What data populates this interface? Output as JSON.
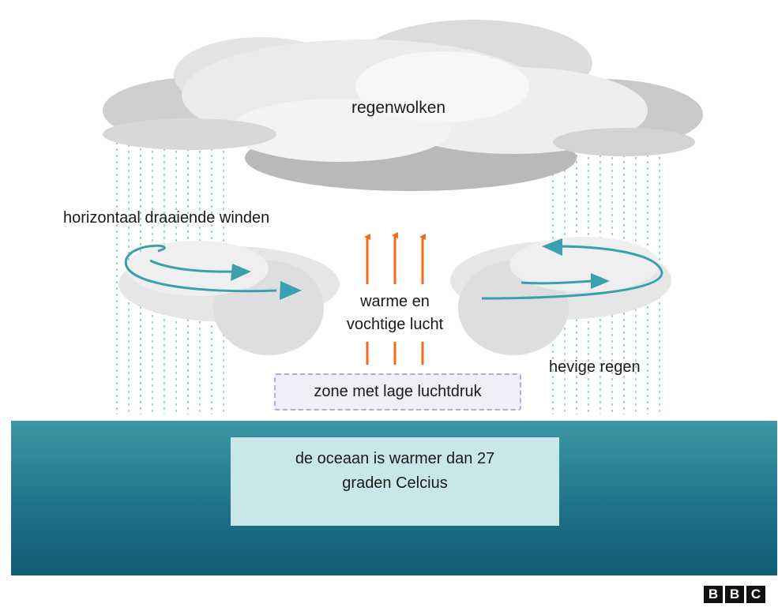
{
  "labels": {
    "clouds": "regenwolken",
    "winds": "horizontaal draaiende winden",
    "air_line1": "warme en",
    "air_line2": "vochtige lucht",
    "rain": "hevige regen",
    "low_pressure": "zone met lage luchtdruk",
    "ocean_line1": "de oceaan is warmer dan 27",
    "ocean_line2": "graden Celcius"
  },
  "logo": {
    "letters": [
      "B",
      "B",
      "C"
    ]
  },
  "colors": {
    "ocean_top": "#3e97a4",
    "ocean_bottom": "#105c73",
    "arrow_orange": "#f26a1b",
    "wind_teal": "#3a9fae",
    "cloud_light": "#f0f0f0",
    "cloud_dark": "#c9c9c9",
    "rain": "#9fd0d6"
  }
}
